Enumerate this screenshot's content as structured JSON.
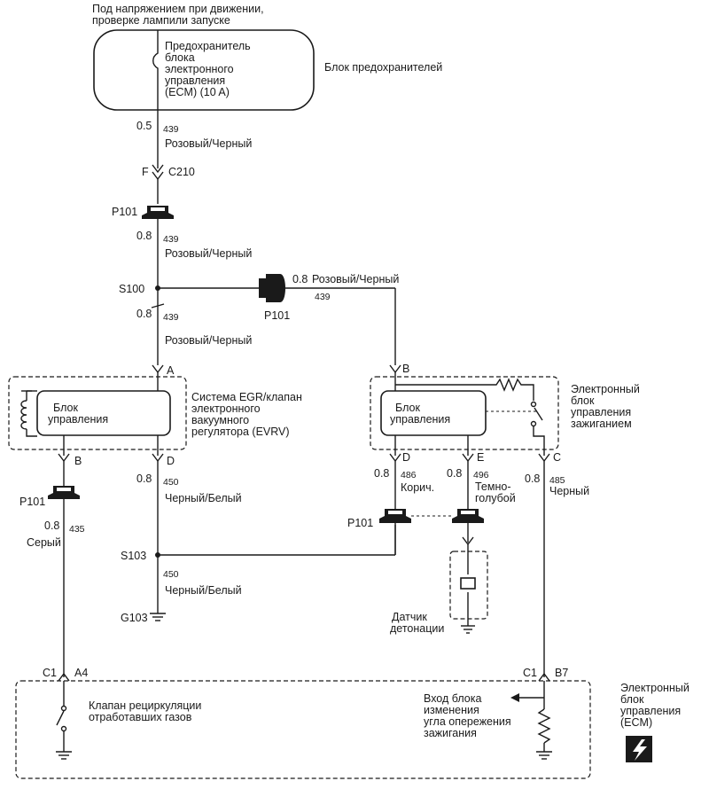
{
  "header": {
    "line1": "Под напряжением при движении,",
    "line2": "проверке лампили запуске"
  },
  "fuse_block": {
    "fuse_line1": "Предохранитель",
    "fuse_line2": "блока",
    "fuse_line3": "электронного",
    "fuse_line4": "управления",
    "fuse_line5": "(ECM) (10 A)",
    "block_label": "Блок предохранителей"
  },
  "wires": {
    "w1": {
      "gauge": "0.5",
      "circuit": "439",
      "color": "Розовый/Черный"
    },
    "w2": {
      "gauge": "0.8",
      "circuit": "439",
      "color": "Розовый/Черный"
    },
    "w3": {
      "gauge": "0.8",
      "circuit": "439",
      "color": "Розовый/Черный"
    },
    "w4": {
      "gauge": "0.8",
      "circuit": "439",
      "color": "Розовый/Черный"
    },
    "w5": {
      "gauge": "0.8",
      "circuit": "450",
      "color": "Черный/Белый"
    },
    "w6": {
      "gauge": "0.8",
      "circuit": "435",
      "color": "Серый"
    },
    "w7": {
      "circuit": "450",
      "color": "Черный/Белый"
    },
    "w8": {
      "gauge": "0.8",
      "circuit": "486",
      "color": "Корич."
    },
    "w9": {
      "gauge": "0.8",
      "circuit": "496",
      "color_line1": "Темно-",
      "color_line2": "голубой"
    },
    "w10": {
      "gauge": "0.8",
      "circuit": "485",
      "color": "Черный"
    }
  },
  "connectors": {
    "f": "F",
    "c210": "C210",
    "p101_a": "P101",
    "p101_b": "P101",
    "p101_c": "P101",
    "p101_d": "P101",
    "s100": "S100",
    "s103": "S103",
    "g103": "G103",
    "a": "A",
    "b_left": "B",
    "d_left": "D",
    "b_right": "B",
    "d_right": "D",
    "e_right": "E",
    "c_right": "C",
    "c1_left": "C1",
    "a4": "A4",
    "c1_right": "C1",
    "b7": "B7"
  },
  "egr_module": {
    "inner_line1": "Блок",
    "inner_line2": "управления",
    "label_line1": "Система EGR/клапан",
    "label_line2": "электронного",
    "label_line3": "вакуумного",
    "label_line4": "регулятора (EVRV)"
  },
  "ignition_module": {
    "inner_line1": "Блок",
    "inner_line2": "управления",
    "label_line1": "Электронный",
    "label_line2": "блок",
    "label_line3": "управления",
    "label_line4": "зажиганием"
  },
  "knock_sensor": {
    "line1": "Датчик",
    "line2": "детонации"
  },
  "ecm": {
    "valve_line1": "Клапан рециркуляции",
    "valve_line2": "отработавших газов",
    "input_line1": "Вход блока",
    "input_line2": "изменения",
    "input_line3": "угла опережения",
    "input_line4": "зажигания",
    "label_line1": "Электронный",
    "label_line2": "блок",
    "label_line3": "управления",
    "label_line4": "(ECM)",
    "icon": "ecm-lightning-icon"
  }
}
